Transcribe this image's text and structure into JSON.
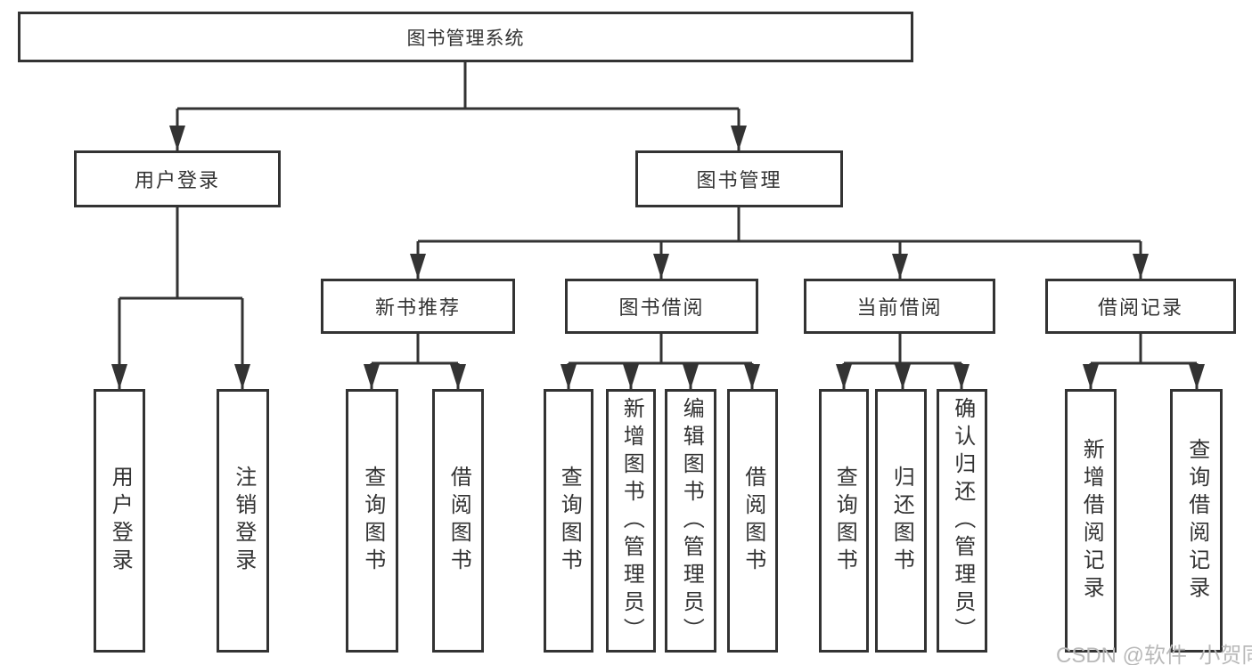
{
  "colors": {
    "line": "#333333",
    "box_border": "#333333",
    "box_fill": "#ffffff",
    "text": "#333333",
    "background": "#ffffff",
    "watermark_text": "#b9b9b9"
  },
  "watermark": "CSDN @软件_小贺同学",
  "tree": {
    "root": "图书管理系统",
    "branches": [
      {
        "label": "用户登录",
        "leaves": [
          "用户登录",
          "注销登录"
        ]
      },
      {
        "label": "图书管理",
        "groups": [
          {
            "label": "新书推荐",
            "leaves": [
              "查询图书",
              "借阅图书"
            ]
          },
          {
            "label": "图书借阅",
            "leaves": [
              "查询图书",
              "新增图书（管理员）",
              "编辑图书（管理员）",
              "借阅图书"
            ]
          },
          {
            "label": "当前借阅",
            "leaves": [
              "查询图书",
              "归还图书",
              "确认归还（管理员）"
            ]
          },
          {
            "label": "借阅记录",
            "leaves": [
              "新增借阅记录",
              "查询借阅记录"
            ]
          }
        ]
      }
    ]
  }
}
